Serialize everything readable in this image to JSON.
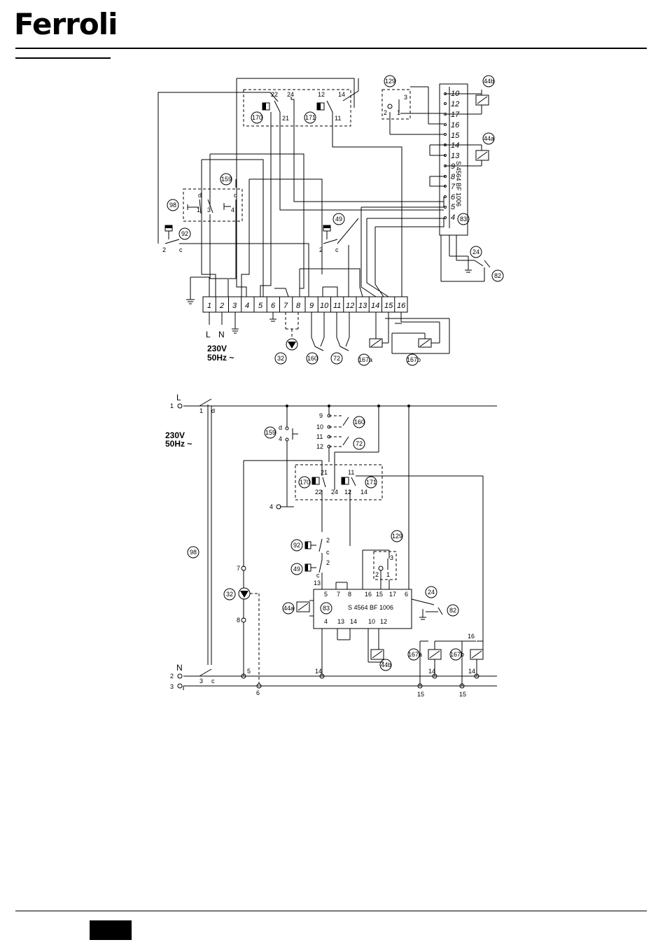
{
  "brand": "Ferroli",
  "top_diagram": {
    "terminals": [
      "1",
      "2",
      "3",
      "4",
      "5",
      "6",
      "7",
      "8",
      "9",
      "10",
      "11",
      "12",
      "13",
      "14",
      "15",
      "16"
    ],
    "supply": [
      "L",
      "N"
    ],
    "supply_rating_1": "230V",
    "supply_rating_2": "50Hz ~",
    "module_label": "S 4564 BF 1006",
    "module_pins": [
      "10",
      "12",
      "17",
      "16",
      "15",
      "14",
      "13",
      "9",
      "8",
      "7",
      "6",
      "5",
      "4"
    ],
    "component_refs": {
      "r129": "129",
      "r44b": "44b",
      "r44a": "44a",
      "r170": "170",
      "r171": "171",
      "r159": "159",
      "r98": "98",
      "r92": "92",
      "r49": "49",
      "r83": "83",
      "r24": "24",
      "r82": "82",
      "r32": "32",
      "r160": "160",
      "r72": "72",
      "r167a": "167a",
      "r167b": "167b"
    },
    "contact_labels": {
      "k22": "22",
      "k24": "24",
      "k21": "21",
      "k12": "12",
      "k14": "14",
      "k11": "11",
      "p3": "3",
      "p2": "2",
      "p1": "1",
      "d": "d",
      "n1": "1",
      "n3": "3",
      "n4": "4",
      "c92": "2",
      "cc92": "c",
      "c49": "2",
      "cc49": "c"
    }
  },
  "bottom_diagram": {
    "line_L": "L",
    "line_N": "N",
    "supply_rating_1": "230V",
    "supply_rating_2": "50Hz ~",
    "module_label": "S 4564 BF 1006",
    "module_pins_top": [
      "5",
      "7",
      "8",
      "16",
      "15",
      "17",
      "6"
    ],
    "module_pins_bottom": [
      "4",
      "13",
      "14",
      "10",
      "12"
    ],
    "terminal_labels": {
      "t1": "1",
      "t2": "2",
      "t3": "3",
      "t4": "4",
      "t5": "5",
      "t6": "6",
      "t7": "7",
      "t8": "8",
      "t9": "9",
      "t10": "10",
      "t11": "11",
      "t12": "12",
      "t13": "13",
      "t14a": "14",
      "t14b": "14",
      "t14c": "14",
      "t14d": "14",
      "t15a": "15",
      "t15b": "15",
      "t16": "16"
    },
    "contact_labels": {
      "sw1": "1",
      "swd": "d",
      "sw3": "3",
      "swc": "c",
      "k159d": "d",
      "k159_4": "4",
      "k21": "21",
      "k22": "22",
      "k24": "24",
      "k11": "11",
      "k12": "12",
      "k14": "14",
      "k92_2": "2",
      "k92c": "c",
      "k49_2": "2",
      "k49c": "c",
      "k129_3": "3",
      "k129_1": "1",
      "k129_2": "2"
    },
    "component_refs": {
      "r159": "159",
      "r160": "160",
      "r72": "72",
      "r170": "170",
      "r171": "171",
      "r98": "98",
      "r92": "92",
      "r49": "49",
      "r129": "129",
      "r32": "32",
      "r44a": "44a",
      "r83": "83",
      "r24": "24",
      "r82": "82",
      "r44b": "44b",
      "r167a": "167a",
      "r167b": "167b"
    }
  }
}
